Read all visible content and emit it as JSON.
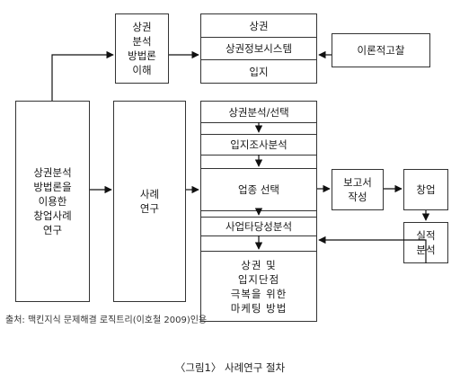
{
  "boxes": {
    "method": "상권\n분석\n방법론\n이해",
    "research": "상권분석\n방법론을\n이용한\n창업사례\n연구",
    "case_study": "사례\n연구",
    "theory": "이론적고찰",
    "report": "보고서\n작성",
    "startup": "창업",
    "performance": "실적\n분석"
  },
  "top_group": [
    "상권",
    "상권정보시스템",
    "입지"
  ],
  "main_column": [
    "상권분석/선택",
    "입지조사분석",
    "업종 선택",
    "사업타당성분석",
    "상권 및\n입지단점\n극복을 위한\n마케팅 방법"
  ],
  "source": "출처: 맥킨지식 문제해결 로직트리(이호철 2009)인용",
  "caption": "〈그림1〉 사례연구 절차"
}
